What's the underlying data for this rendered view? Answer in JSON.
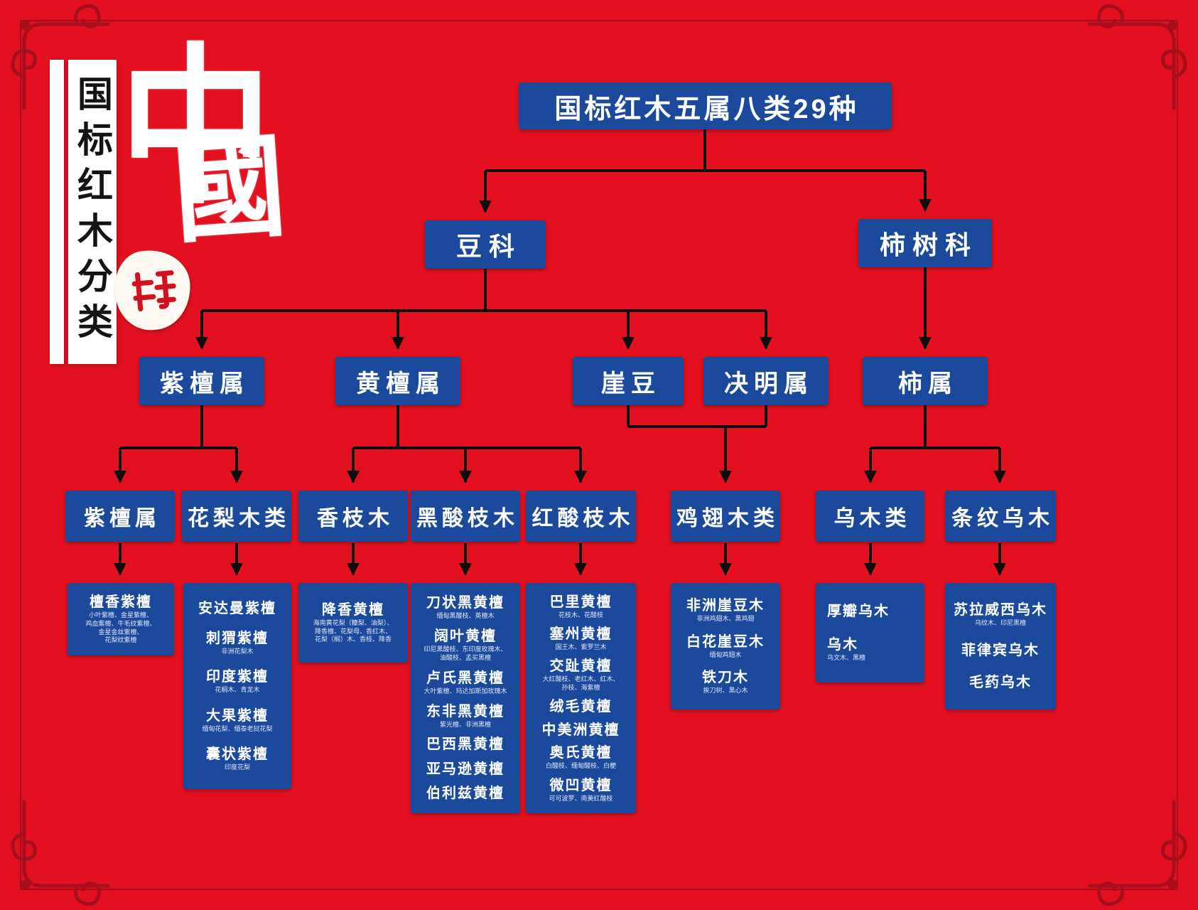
{
  "poster": {
    "side_banner": "国标红木分类",
    "calligraphy_char1": "中",
    "calligraphy_char2": "國",
    "root_label": "国标红木五属八类29种"
  },
  "families": [
    "豆科",
    "柿树科"
  ],
  "genera": [
    "紫檀属",
    "黄檀属",
    "崖豆",
    "决明属",
    "柿属"
  ],
  "categories": [
    "紫檀属",
    "花梨木类",
    "香枝木",
    "黑酸枝木",
    "红酸枝木",
    "鸡翅木类",
    "乌木类",
    "条纹乌木"
  ],
  "panels": {
    "tanxiang": [
      {
        "name": "檀香紫檀",
        "note": "小叶紫檀、金星紫檀、\n鸡血紫檀、牛毛纹紫檀、\n金星金丝紫檀、\n花梨纹紫檀"
      }
    ],
    "huali": [
      {
        "name": "安达曼紫檀",
        "note": ""
      },
      {
        "name": "刺猬紫檀",
        "note": "非洲花梨木"
      },
      {
        "name": "印度紫檀",
        "note": "花榈木、青龙木"
      },
      {
        "name": "大果紫檀",
        "note": "缅甸花梨、缅泰老挝花梨"
      },
      {
        "name": "囊状紫檀",
        "note": "印度花梨"
      }
    ],
    "xiangzhi": [
      {
        "name": "降香黄檀",
        "note": "海南黄花梨（糠梨、油梨）、\n降香檀、花梨母、香红木、\n花梨（榈）木、香枝、降香"
      }
    ],
    "heisuanzhi": [
      {
        "name": "刀状黑黄檀",
        "note": "缅甸黑酸枝、英檀木"
      },
      {
        "name": "阔叶黄檀",
        "note": "印尼黑酸枝、东印度玫瑰木、\n油酸枝、孟买黑檀"
      },
      {
        "name": "卢氏黑黄檀",
        "note": "大叶紫檀、玛达加斯加玫瑰木"
      },
      {
        "name": "东非黑黄檀",
        "note": "紫光檀、非洲黑檀"
      },
      {
        "name": "巴西黑黄檀",
        "note": ""
      },
      {
        "name": "亚马逊黄檀",
        "note": ""
      },
      {
        "name": "伯利兹黄檀",
        "note": ""
      }
    ],
    "hongsuanzhi": [
      {
        "name": "巴里黄檀",
        "note": "花枝木、花酸枝"
      },
      {
        "name": "塞州黄檀",
        "note": "国王木、紫罗兰木"
      },
      {
        "name": "交趾黄檀",
        "note": "大红酸枝、老红木、红木、\n孙枝、海紫檀"
      },
      {
        "name": "绒毛黄檀",
        "note": ""
      },
      {
        "name": "中美洲黄檀",
        "note": ""
      },
      {
        "name": "奥氏黄檀",
        "note": "白酸枝、缅甸酸枝、白梗"
      },
      {
        "name": "微凹黄檀",
        "note": "可可波罗、南美红酸枝"
      }
    ],
    "jichi": [
      {
        "name": "非洲崖豆木",
        "note": "非洲鸡翅木、黑鸡翅"
      },
      {
        "name": "白花崖豆木",
        "note": "缅甸鸡翅木"
      },
      {
        "name": "铁刀木",
        "note": "挨刀树、黑心木"
      }
    ],
    "wumu": [
      {
        "name": "厚瓣乌木",
        "note": ""
      },
      {
        "name": "乌木",
        "note": "乌文木、黑檀"
      }
    ],
    "tiaowen": [
      {
        "name": "苏拉威西乌木",
        "note": "乌纹木、印尼黑檀"
      },
      {
        "name": "菲律宾乌木",
        "note": ""
      },
      {
        "name": "毛药乌木",
        "note": ""
      }
    ]
  },
  "colors": {
    "background": "#e3111f",
    "node_blue": "#1b4a9d",
    "line_black": "#0d0d0d",
    "banner_white": "#ffffff",
    "ornament_red": "#a60e1c"
  }
}
